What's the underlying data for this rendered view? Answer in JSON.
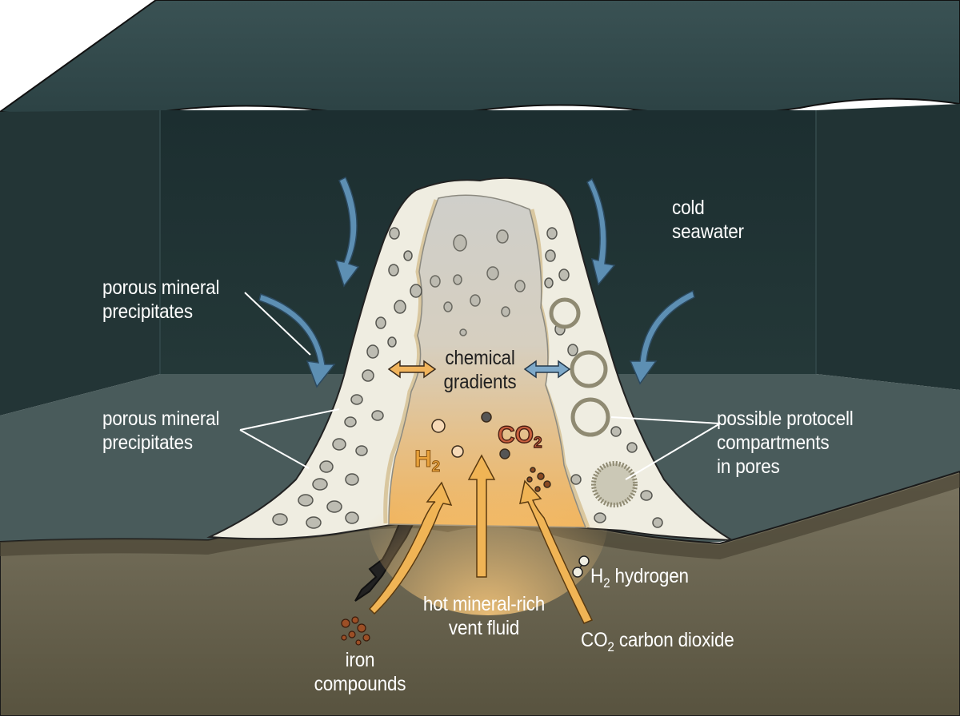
{
  "labels": {
    "cold_seawater": [
      "cold",
      "seawater"
    ],
    "porous_upper": [
      "porous mineral",
      "precipitates"
    ],
    "porous_lower": [
      "porous mineral",
      "precipitates"
    ],
    "chemical_gradients": [
      "chemical",
      "gradients"
    ],
    "protocell": [
      "possible protocell",
      "compartments",
      "in pores"
    ],
    "vent_fluid": [
      "hot mineral-rich",
      "vent fluid"
    ],
    "iron": [
      "iron",
      "compounds"
    ],
    "h2_prefix": "H",
    "h2_sub": "2",
    "h2_text": "hydrogen",
    "co2_prefix": "CO",
    "co2_sub": "2",
    "co2_text": "carbon dioxide",
    "h2_inner": "H",
    "h2_inner_sub": "2",
    "co2_inner": "CO",
    "co2_inner_sub": "2"
  },
  "colors": {
    "water_top": "#33494b",
    "water_body": "#1f3233",
    "seafloor": "#6b6552",
    "chimney": "#efede1",
    "vent_glow": "#f2c27a",
    "cold_arrow": "#5d8fb3",
    "hot_arrow": "#f0b455"
  }
}
